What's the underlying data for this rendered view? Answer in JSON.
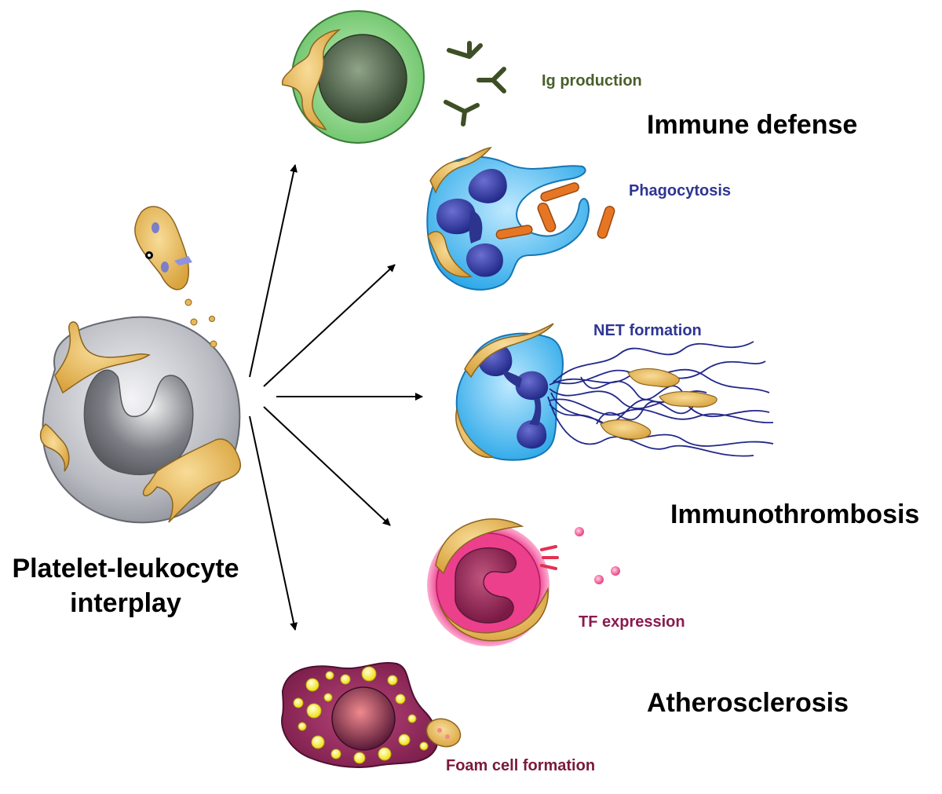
{
  "title": {
    "line1": "Platelet-leukocyte",
    "line2": "interplay"
  },
  "categories": {
    "immune_defense": "Immune defense",
    "immunothrombosis": "Immunothrombosis",
    "atherosclerosis": "Atherosclerosis"
  },
  "processes": {
    "ig_production": "Ig production",
    "phagocytosis": "Phagocytosis",
    "net_formation": "NET formation",
    "tf_expression": "TF expression",
    "foam_cell_formation": "Foam cell formation"
  },
  "colors": {
    "ig_text": "#4a5f2b",
    "phago_text": "#2e3592",
    "net_text": "#2e3592",
    "tf_text": "#8b1a4e",
    "foam_text": "#7a1a3c",
    "platelet": "#e8b858",
    "platelet_stroke": "#8a6420"
  }
}
